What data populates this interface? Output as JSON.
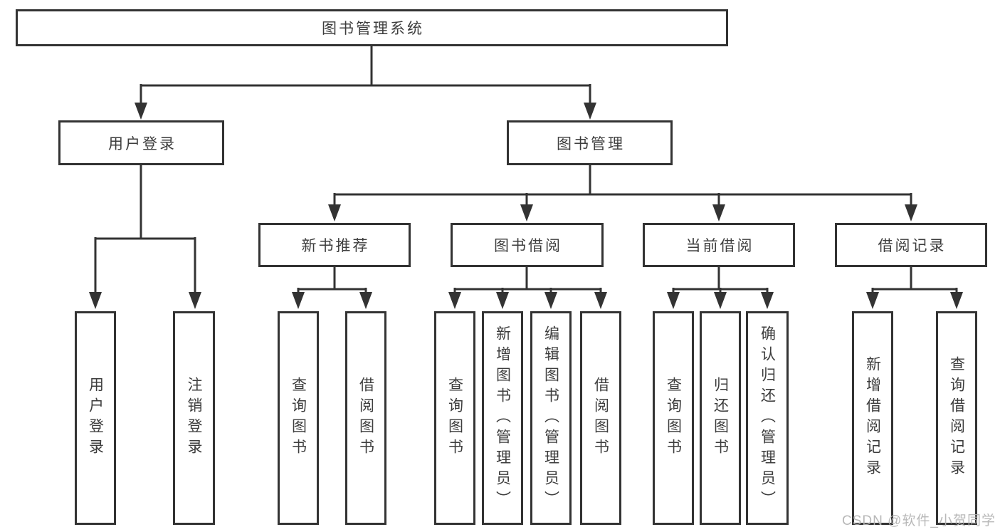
{
  "diagram": {
    "root": {
      "label": "图书管理系统"
    },
    "level2": [
      {
        "label": "用户登录"
      },
      {
        "label": "图书管理"
      }
    ],
    "level3": [
      {
        "label": "新书推荐"
      },
      {
        "label": "图书借阅"
      },
      {
        "label": "当前借阅"
      },
      {
        "label": "借阅记录"
      }
    ],
    "leaves": {
      "user_login": [
        {
          "label": "用户登录"
        },
        {
          "label": "注销登录"
        }
      ],
      "new_book": [
        {
          "label": "查询图书"
        },
        {
          "label": "借阅图书"
        }
      ],
      "book_borrow": [
        {
          "label": "查询图书"
        },
        {
          "label": "新增图书（管理员）"
        },
        {
          "label": "编辑图书（管理员）"
        },
        {
          "label": "借阅图书"
        }
      ],
      "current_borrow": [
        {
          "label": "查询图书"
        },
        {
          "label": "归还图书"
        },
        {
          "label": "确认归还（管理员）"
        }
      ],
      "borrow_record": [
        {
          "label": "新增借阅记录"
        },
        {
          "label": "查询借阅记录"
        }
      ]
    }
  },
  "watermark": {
    "text": "CSDN @软件_小贺同学"
  },
  "colors": {
    "line": "#333333",
    "text": "#3d3d3d",
    "box-bg": "#ffffff",
    "page-bg": "#ffffff",
    "watermark": "#b3b3b3"
  }
}
